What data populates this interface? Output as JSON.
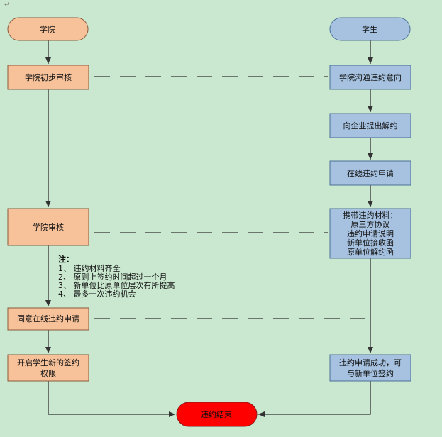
{
  "top_mark": "↵",
  "nodes": {
    "college_start": "学院",
    "student_start": "学生",
    "college_initial_review": "学院初步审核",
    "college_communicate": "学院沟通违约意向",
    "propose_termination": "向企业提出解约",
    "online_application": "在线违约申请",
    "college_review": "学院审核",
    "materials": [
      "携带违约材料：",
      "原三方协议",
      "违约申请说明",
      "新单位接收函",
      "原单位解约函"
    ],
    "approve_online": "同意在线违约申请",
    "open_permission": [
      "开启学生新的签约",
      "权限"
    ],
    "success": [
      "违约申请成功，可",
      "与新单位签约"
    ],
    "end": "违约结束"
  },
  "note": {
    "title": "注：",
    "items": [
      "1、 违约材料齐全",
      "2、 原则上签约时间超过一个月",
      "3、 新单位比原单位层次有所提高",
      "4、 最多一次违约机会"
    ]
  },
  "colors": {
    "background": "#c9e8cf",
    "college_fill": "#f7c29a",
    "college_stroke": "#8a5a3a",
    "student_fill": "#a6c2e0",
    "student_stroke": "#4a6f96",
    "end_fill": "#ff0000",
    "end_stroke": "#8a1c1c",
    "line": "#333333"
  }
}
